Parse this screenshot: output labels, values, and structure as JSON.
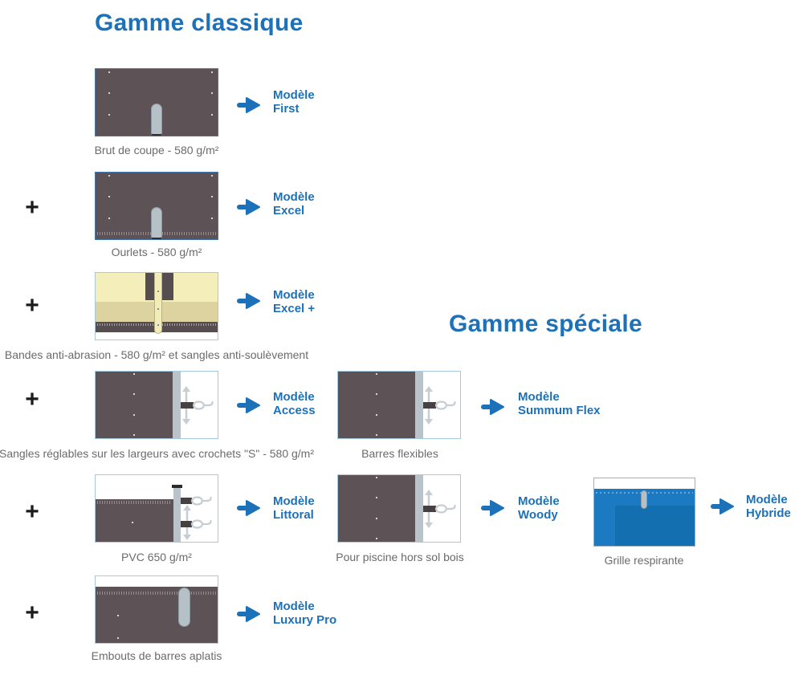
{
  "symbols": {
    "plus": "+"
  },
  "colors": {
    "brand_blue": "#1d71b8",
    "caption_gray": "#6b6b6d",
    "fabric_dark": "#5d5356",
    "band_yellow_light": "#f4eebb",
    "band_yellow_dark": "#ddd3a0",
    "hybrid_blue": "#1b7ac1"
  },
  "classic": {
    "title": "Gamme classique",
    "rows": [
      {
        "caption": "Brut de coupe - 580 g/m²",
        "model_line1": "Modèle",
        "model_line2": "First"
      },
      {
        "caption": "Ourlets - 580 g/m²",
        "model_line1": "Modèle",
        "model_line2": "Excel"
      },
      {
        "caption": "Bandes anti-abrasion - 580 g/m² et sangles anti-soulèvement",
        "model_line1": "Modèle",
        "model_line2": "Excel +"
      },
      {
        "caption": "Sangles réglables sur les largeurs avec crochets \"S\" - 580 g/m²",
        "model_line1": "Modèle",
        "model_line2": "Access"
      },
      {
        "caption": "PVC 650 g/m²",
        "model_line1": "Modèle",
        "model_line2": "Littoral"
      },
      {
        "caption": "Embouts de barres aplatis",
        "model_line1": "Modèle",
        "model_line2": "Luxury Pro"
      }
    ]
  },
  "special": {
    "title": "Gamme spéciale",
    "rows": [
      {
        "caption": "Barres flexibles",
        "model_line1": "Modèle",
        "model_line2": "Summum Flex"
      },
      {
        "caption": "Pour piscine hors sol bois",
        "model_line1": "Modèle",
        "model_line2": "Woody"
      },
      {
        "caption": "Grille respirante",
        "model_line1": "Modèle",
        "model_line2": "Hybride"
      }
    ]
  }
}
